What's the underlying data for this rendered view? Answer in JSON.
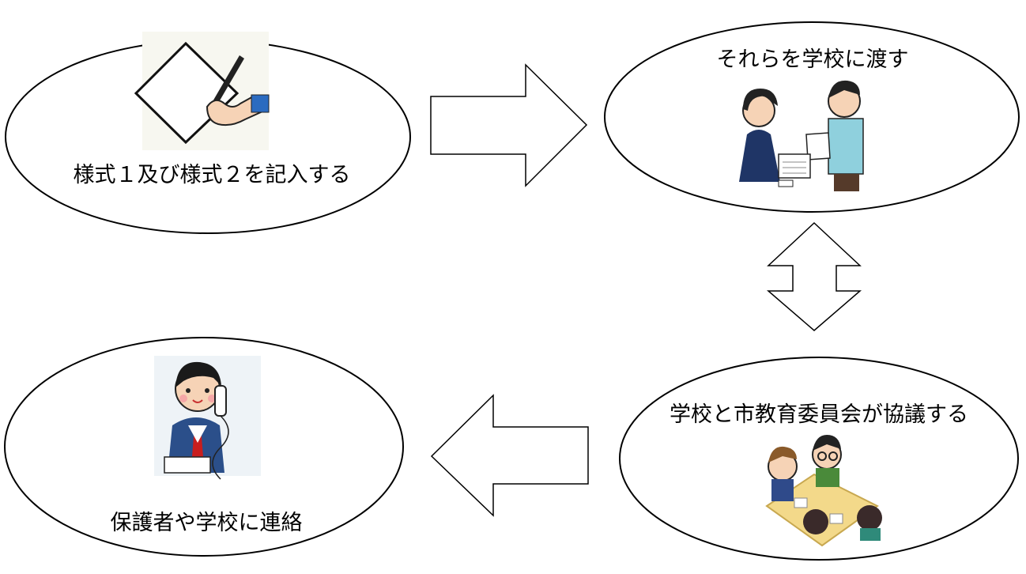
{
  "steps": [
    {
      "label": "様式１及び様式２を記入する",
      "illustration": "hand-writing-on-paper-icon"
    },
    {
      "label": "それらを学校に渡す",
      "illustration": "handing-documents-icon"
    },
    {
      "label": "学校と市教育委員会が協議する",
      "illustration": "meeting-icon"
    },
    {
      "label": "保護者や学校に連絡",
      "illustration": "phone-call-icon"
    }
  ]
}
